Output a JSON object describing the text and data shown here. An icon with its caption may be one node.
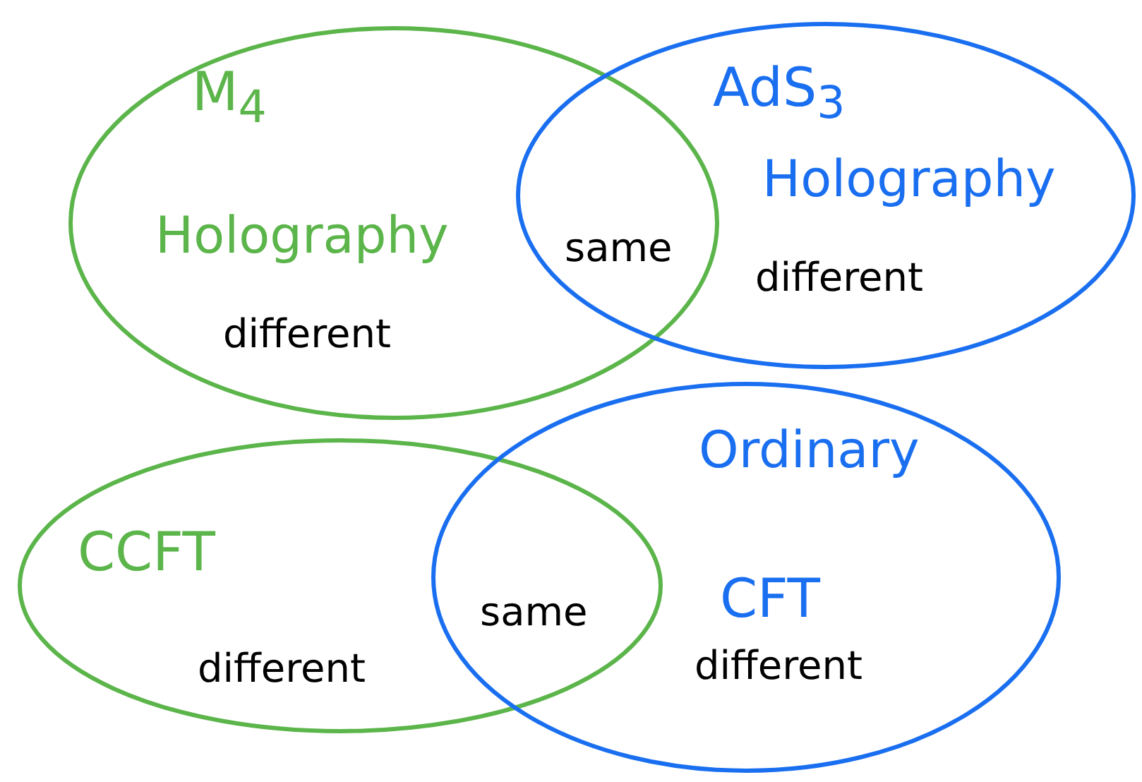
{
  "diagram": {
    "nodes": [
      {
        "text": [
          "M$_{4}$",
          "Holography",
          "different"
        ]
      },
      {
        "text": [
          "AdS$_{3}$",
          "Holography",
          "different"
        ]
      },
      {
        "text": [
          "CCFT",
          "different"
        ]
      },
      {
        "text": [
          "Ordinary",
          "CFT",
          "different"
        ]
      }
    ],
    "labels": [
      "same",
      "same"
    ]
  }
}
